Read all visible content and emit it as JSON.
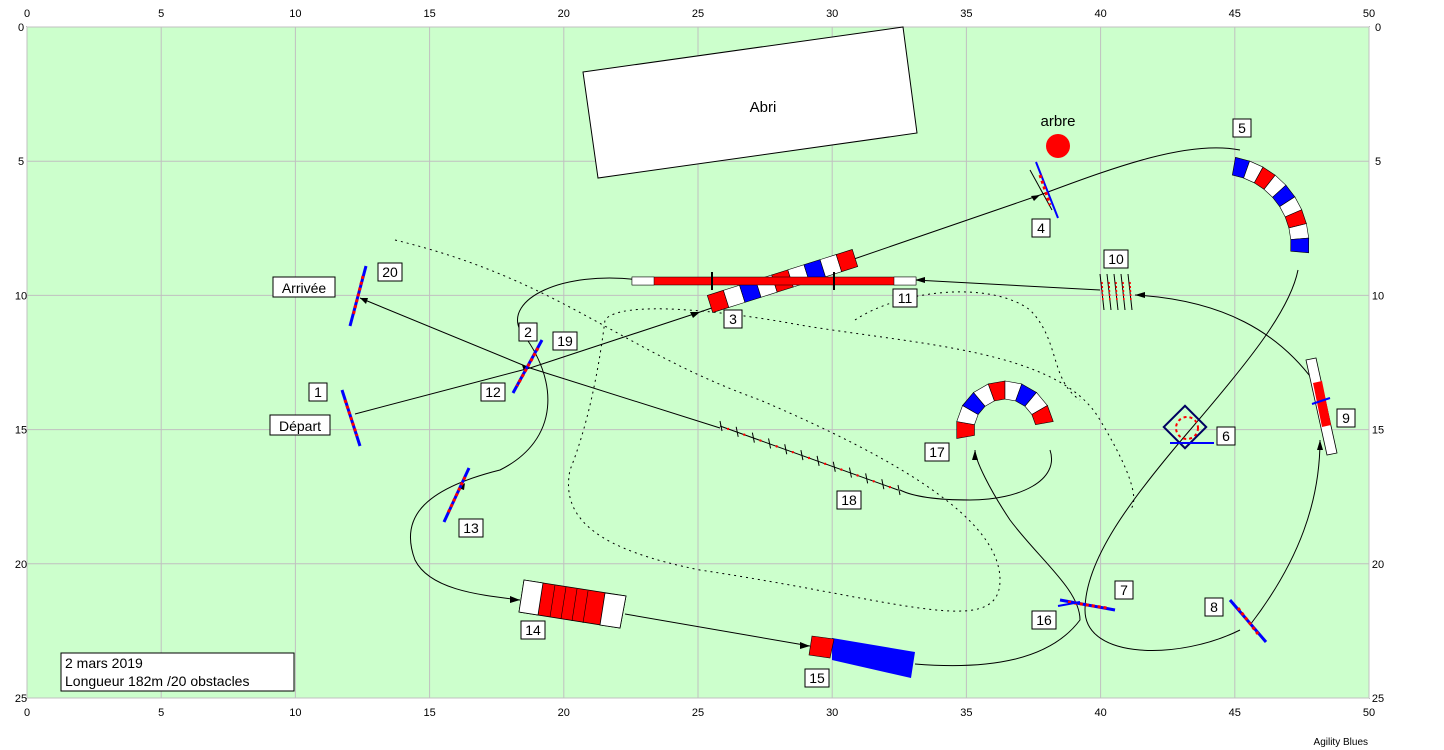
{
  "field": {
    "x_ticks": [
      "0",
      "5",
      "10",
      "15",
      "20",
      "25",
      "30",
      "35",
      "40",
      "45",
      "50"
    ],
    "y_ticks": [
      "0",
      "5",
      "10",
      "15",
      "20",
      "25"
    ],
    "background_color": "#ccffcc",
    "grid_color": "#c0c0c0"
  },
  "labels": {
    "shelter": "Abri",
    "tree": "arbre",
    "start": "Départ",
    "finish": "Arrivée"
  },
  "obstacles": [
    "1",
    "2",
    "3",
    "4",
    "5",
    "6",
    "7",
    "8",
    "9",
    "10",
    "11",
    "12",
    "13",
    "14",
    "15",
    "16",
    "17",
    "18",
    "19",
    "20"
  ],
  "info": {
    "date": "2 mars 2019",
    "length": "Longueur 182m /20 obstacles"
  },
  "footer": "Agility Blues",
  "colors": {
    "red": "#ff0000",
    "blue": "#0000ff",
    "path": "#000000"
  }
}
